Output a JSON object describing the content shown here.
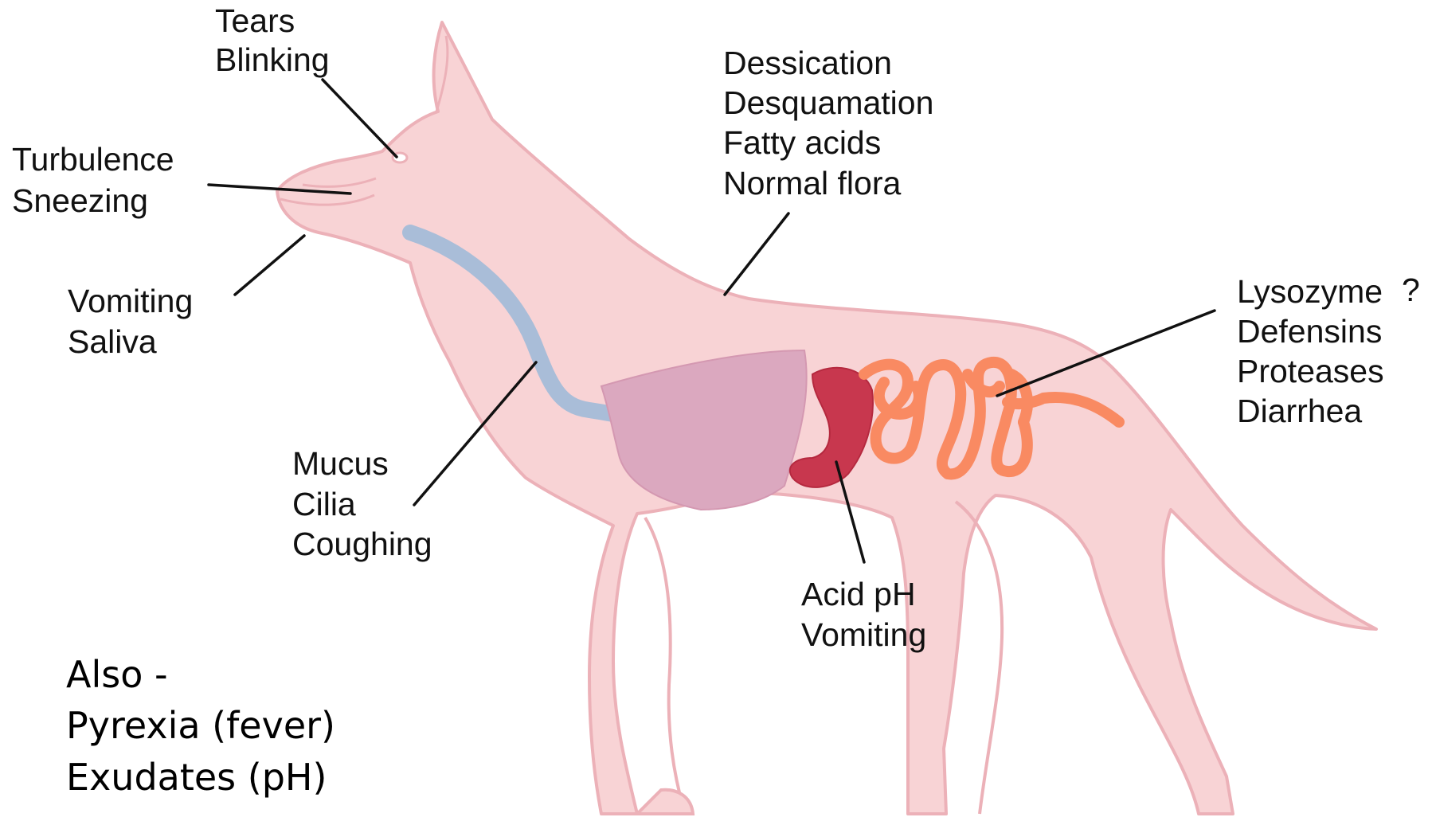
{
  "labels": {
    "eye": [
      "Tears",
      "Blinking"
    ],
    "nose": [
      "Turbulence",
      "Sneezing"
    ],
    "mouth": [
      "Vomiting",
      "Saliva"
    ],
    "skin": [
      "Dessication",
      "Desquamation",
      "Fatty acids",
      "Normal flora"
    ],
    "intestine": [
      "Lysozyme",
      "Defensins",
      "Proteases",
      "Diarrhea"
    ],
    "intestine_query": "?",
    "airway": [
      "Mucus",
      "Cilia",
      "Coughing"
    ],
    "stomach": [
      "Acid pH",
      "Vomiting"
    ]
  },
  "note": [
    "Also -",
    "Pyrexia (fever)",
    "Exudates (pH)"
  ],
  "colors": {
    "body_fill": "#f8d3d5",
    "body_outline": "#ecb1b8",
    "trachea": "#a9bdd8",
    "lungs": "#dba8bf",
    "stomach": "#c8374e",
    "intestine": "#f98a62"
  }
}
